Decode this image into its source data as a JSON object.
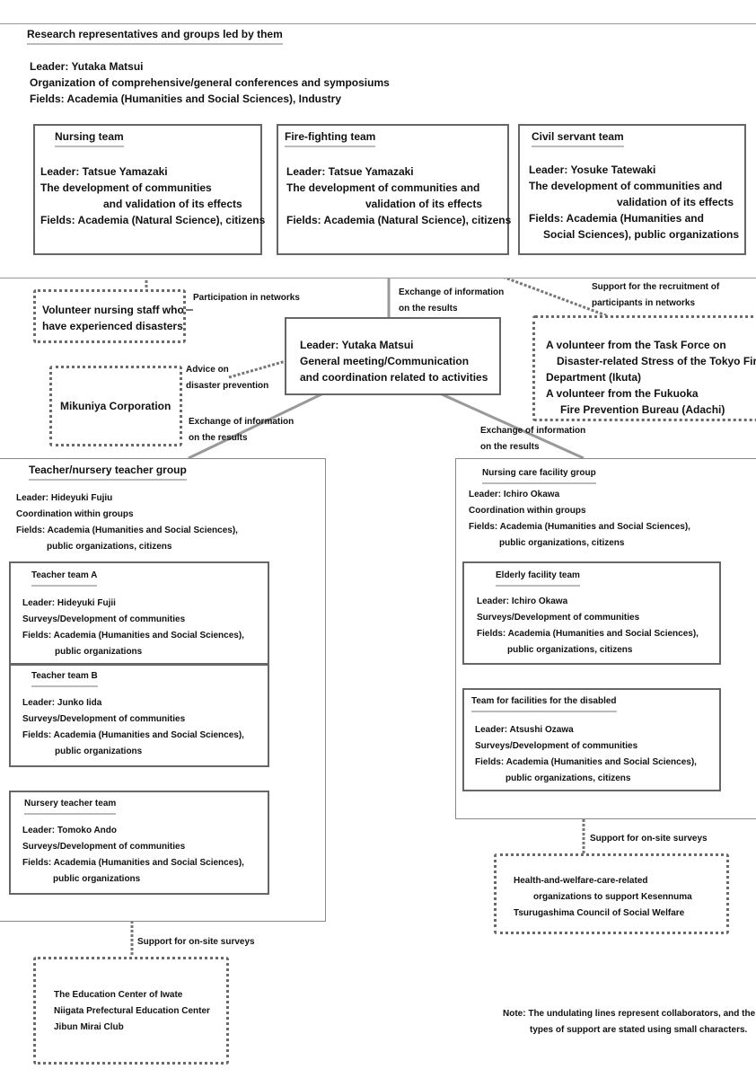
{
  "top_group": {
    "title": "Research representatives and groups led by them",
    "leader": "Leader: Yutaka Matsui",
    "activity": "Organization of comprehensive/general conferences and symposiums",
    "fields": "Fields: Academia (Humanities and Social Sciences), Industry"
  },
  "nursing_team": {
    "title": "Nursing team",
    "leader": "Leader: Tatsue Yamazaki",
    "activity_1": "The development of communities",
    "activity_2": "and validation of its effects",
    "fields": "Fields: Academia (Natural Science), citizens"
  },
  "fire_team": {
    "title": "Fire-fighting team",
    "leader": "Leader: Tatsue Yamazaki",
    "activity_1": "The development of communities and",
    "activity_2": "validation of its effects",
    "fields": "Fields: Academia (Natural Science), citizens"
  },
  "civil_team": {
    "title": "Civil servant team",
    "leader": "Leader: Yosuke Tatewaki",
    "activity_1": "The development of communities and",
    "activity_2": "validation of its effects",
    "fields_1": "Fields: Academia (Humanities and",
    "fields_2": "Social Sciences), public organizations"
  },
  "volunteer_nursing": {
    "line_1": "Volunteer nursing staff who",
    "line_2": "have experienced disasters"
  },
  "center": {
    "leader": "Leader: Yutaka Matsui",
    "line_1": "General meeting/Communication",
    "line_2": "and coordination related to activities"
  },
  "fire_volunteers": {
    "line_1": "A volunteer from the Task Force on",
    "line_2": "Disaster-related Stress of the Tokyo Fire",
    "line_3": "Department (Ikuta)",
    "line_4": "A volunteer from the Fukuoka",
    "line_5": "Fire Prevention Bureau (Adachi)"
  },
  "mikuniya": {
    "name": "Mikuniya Corporation"
  },
  "labels": {
    "participation": "Participation in networks",
    "exchange_1a": "Exchange of information",
    "exchange_1b": "on the results",
    "support_recruit_a": "Support for the recruitment of",
    "support_recruit_b": "participants in networks",
    "advice_a": "Advice on",
    "advice_b": "disaster prevention",
    "exchange_2a": "Exchange of information",
    "exchange_2b": "on the results",
    "exchange_3a": "Exchange of information",
    "exchange_3b": "on the results",
    "support_onsite_left": "Support for on-site surveys",
    "support_onsite_right": "Support for on-site surveys"
  },
  "teacher_group": {
    "title": "Teacher/nursery teacher group",
    "leader": "Leader: Hideyuki Fujiu",
    "activity": "Coordination within groups",
    "fields_1": "Fields: Academia (Humanities and Social Sciences),",
    "fields_2": "public organizations, citizens",
    "team_a": {
      "title": "Teacher team A",
      "leader": "Leader: Hideyuki Fujii",
      "activity": "Surveys/Development of communities",
      "fields_1": "Fields: Academia (Humanities and Social Sciences),",
      "fields_2": "public organizations"
    },
    "team_b": {
      "title": "Teacher team B",
      "leader": "Leader: Junko Iida",
      "activity": "Surveys/Development of communities",
      "fields_1": "Fields: Academia (Humanities and Social Sciences),",
      "fields_2": "public organizations"
    },
    "nursery": {
      "title": "Nursery teacher team",
      "leader": "Leader: Tomoko Ando",
      "activity": "Surveys/Development of communities",
      "fields_1": "Fields: Academia (Humanities and Social Sciences),",
      "fields_2": "public organizations"
    }
  },
  "care_group": {
    "title": "Nursing care facility group",
    "leader": "Leader: Ichiro Okawa",
    "activity": "Coordination within groups",
    "fields_1": "Fields: Academia (Humanities and Social Sciences),",
    "fields_2": "public organizations, citizens",
    "elderly": {
      "title": "Elderly facility team",
      "leader": "Leader: Ichiro Okawa",
      "activity": "Surveys/Development of communities",
      "fields_1": "Fields: Academia (Humanities and Social Sciences),",
      "fields_2": "public organizations, citizens"
    },
    "disabled": {
      "title": "Team for facilities for the disabled",
      "leader": "Leader: Atsushi Ozawa",
      "activity": "Surveys/Development of communities",
      "fields_1": "Fields: Academia (Humanities and Social Sciences),",
      "fields_2": "public organizations, citizens"
    }
  },
  "health_orgs": {
    "line_1": "Health-and-welfare-care-related",
    "line_2": "organizations to support Kesennuma",
    "line_3": "Tsurugashima Council of Social Welfare"
  },
  "education_orgs": {
    "line_1": "The Education Center of Iwate",
    "line_2": "Niigata Prefectural Education Center",
    "line_3": "Jibun Mirai Club"
  },
  "note": {
    "line_1": "Note: The undulating lines represent collaborators, and the",
    "line_2": "types of support are stated using small characters."
  },
  "colors": {
    "border": "#8a8a8a",
    "wavy": "#6a6a6a",
    "underline": "#bbbbbb"
  }
}
